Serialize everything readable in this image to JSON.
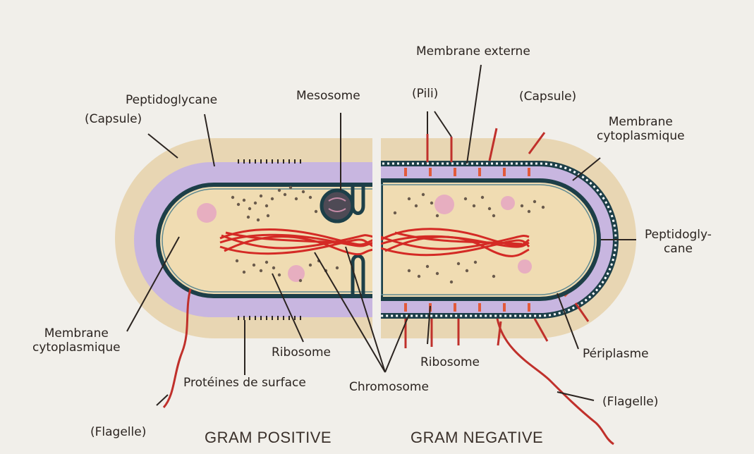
{
  "labels": {
    "membrane_externe": "Membrane externe",
    "pili": "(Pili)",
    "mesosome": "Mesosome",
    "peptidoglycane_left": "Peptidoglycane",
    "capsule_left": "(Capsule)",
    "capsule_right": "(Capsule)",
    "membrane_cyto_right_1": "Membrane",
    "membrane_cyto_right_2": "cytoplasmique",
    "peptido_right_1": "Peptidogly-",
    "peptido_right_2": "cane",
    "membrane_cyto_left_1": "Membrane",
    "membrane_cyto_left_2": "cytoplasmique",
    "ribosome_left": "Ribosome",
    "ribosome_right": "Ribosome",
    "periplasme": "Périplasme",
    "proteines": "Protéines de surface",
    "chromosome": "Chromosome",
    "flagelle_left": "(Flagelle)",
    "flagelle_right": "(Flagelle)"
  },
  "captions": {
    "gram_positive": "GRAM POSITIVE",
    "gram_negative": "GRAM NEGATIVE"
  },
  "colors": {
    "background": "#f1efea",
    "capsule": "#e8d6b3",
    "peptidoglycan_gram_positive": "#c8b6e0",
    "cytoplasm": "#f0dcb2",
    "membrane": "#1d3f48",
    "chromosome": "#d42a25",
    "inclusion": "#e7aec0",
    "ribosome": "#6a5b4c"
  }
}
